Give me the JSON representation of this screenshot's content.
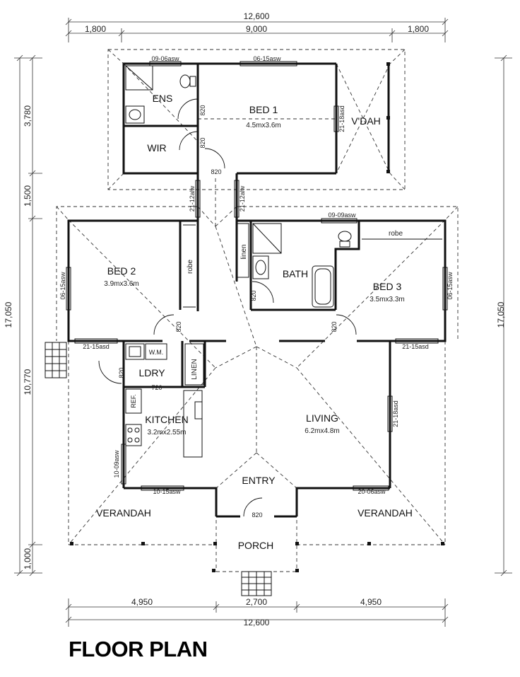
{
  "title": "FLOOR PLAN",
  "dimensions": {
    "top_total": "12,600",
    "top_left": "1,800",
    "top_mid": "9,000",
    "top_right": "1,800",
    "bottom_left": "4,950",
    "bottom_mid": "2,700",
    "bottom_right": "4,950",
    "bottom_total": "12,600",
    "left_total": "17,050",
    "left_1": "3,780",
    "left_2": "1,500",
    "left_3": "10,770",
    "left_4": "1,000",
    "right_total": "17,050"
  },
  "rooms": {
    "bed1": {
      "name": "BED 1",
      "size": "4.5mx3.6m"
    },
    "ens": "ENS",
    "wir": "WIR",
    "vdah": "V'DAH",
    "bed2": {
      "name": "BED 2",
      "size": "3.9mx3.6m"
    },
    "robe2": "robe",
    "linen_hall": "linen",
    "bath": "BATH",
    "bed3": {
      "name": "BED 3",
      "size": "3.5mx3.3m"
    },
    "robe3": "robe",
    "ldry": "LDRY",
    "linen_ldry": "LINEN",
    "wm": "W.M.",
    "ref": "REF.",
    "kitchen": {
      "name": "KITCHEN",
      "size": "3.2mx2.55m"
    },
    "living": {
      "name": "LIVING",
      "size": "6.2mx4.8m"
    },
    "entry": "ENTRY",
    "porch": "PORCH",
    "verandah_left": "VERANDAH",
    "verandah_right": "VERANDAH"
  },
  "labels": {
    "w_ens_top": "09-06asw",
    "w_bed1_top": "06-15asw",
    "w_bed1_side": "21-18asd",
    "d_ens": "820",
    "d_wir": "820",
    "d_bed1": "820",
    "w_hall_left": "21-12alw",
    "w_hall_right": "21-12alw",
    "w_bath_top": "09-09asw",
    "w_bed2_left": "06-15asw",
    "w_bed3_right": "06-15asw",
    "d_bath": "820",
    "d_bed2": "820",
    "d_bed3": "820",
    "w_ldry_ext": "21-15asd",
    "w_living_ext": "21-15asd",
    "d_ldry": "820",
    "d_linen": "720",
    "w_kitchen_side": "10-09asw",
    "w_kitchen_bottom": "10-15asw",
    "w_living_side": "21-18asd",
    "w_living_bottom": "20-06asw",
    "d_entry": "820"
  }
}
